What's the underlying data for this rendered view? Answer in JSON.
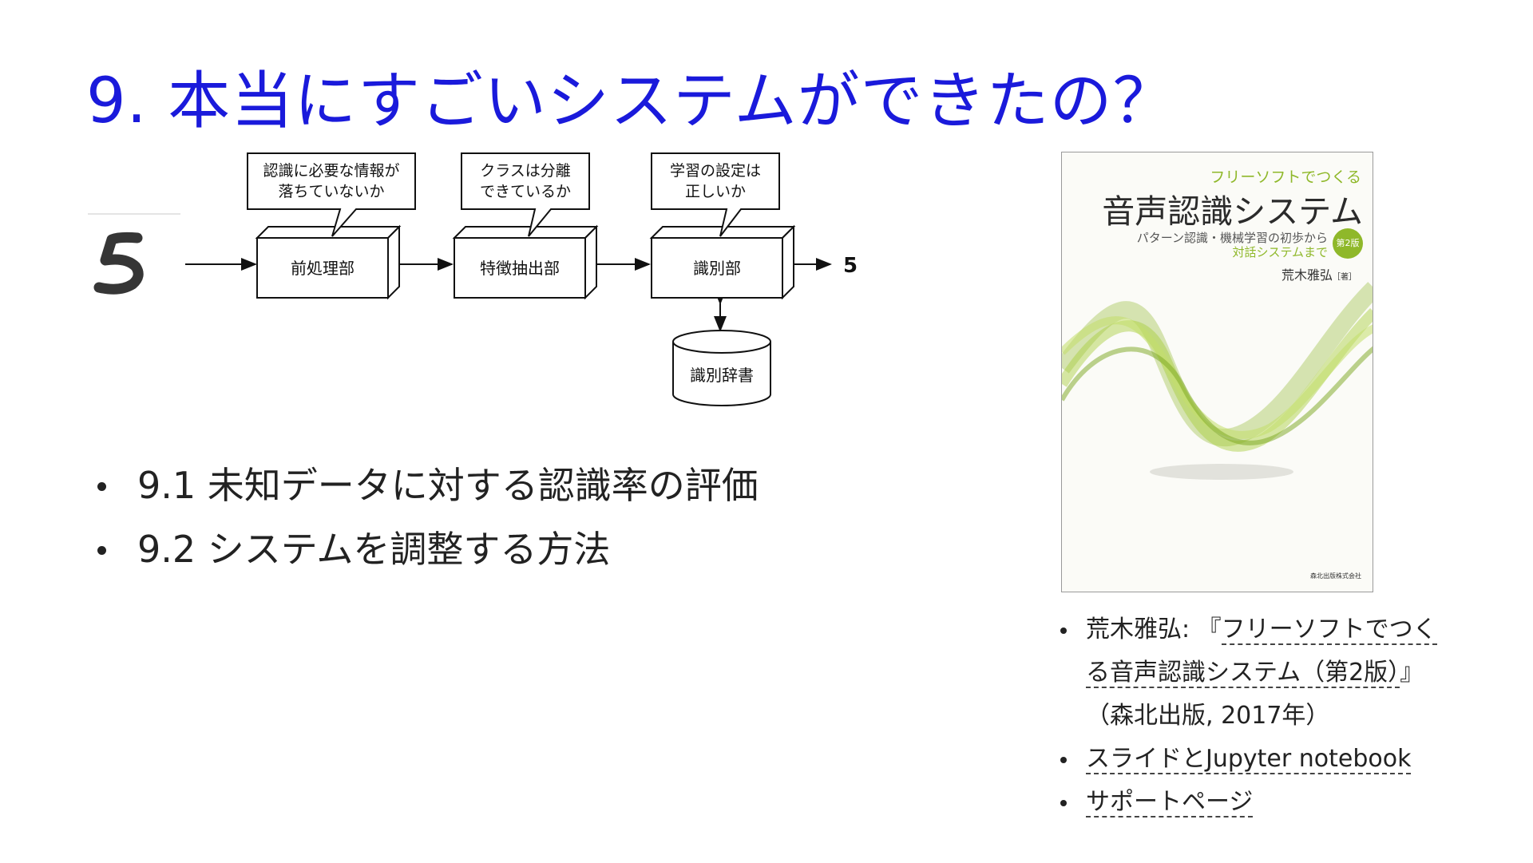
{
  "title": "9. 本当にすごいシステムができたの？",
  "diagram": {
    "output_label": "5",
    "blocks": {
      "preprocess": "前処理部",
      "feature": "特徴抽出部",
      "classifier": "識別部",
      "dictionary": "識別辞書"
    },
    "callouts": {
      "c1_line1": "認識に必要な情報が",
      "c1_line2": "落ちていないか",
      "c2_line1": "クラスは分離",
      "c2_line2": "できているか",
      "c3_line1": "学習の設定は",
      "c3_line2": "正しいか"
    }
  },
  "bullets": [
    "9.1 未知データに対する認識率の評価",
    "9.2 システムを調整する方法"
  ],
  "book_cover": {
    "subtitle": "フリーソフトでつくる",
    "title": "音声認識システム",
    "tagline_1": "パターン認識・機械学習の初歩から",
    "tagline_2": "対話システムまで",
    "edition": "第2版",
    "author": "荒木雅弘",
    "author_role": "［著］",
    "publisher": "森北出版株式会社",
    "accent_color": "#8fb82a"
  },
  "references": {
    "ref1_prefix": "荒木雅弘: 『",
    "ref1_link": "フリーソフトでつくる音声認識システム（第2版）",
    "ref1_suffix": "』（森北出版, 2017年）",
    "ref2_link": "スライドとJupyter notebook",
    "ref3_link": "サポートページ"
  }
}
